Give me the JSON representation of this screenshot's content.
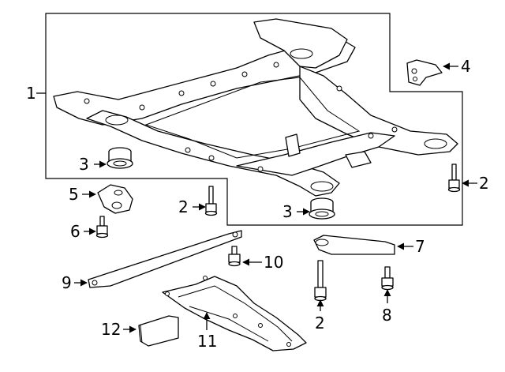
{
  "callouts": {
    "c1": "1",
    "c2a": "2",
    "c2b": "2",
    "c2c": "2",
    "c3a": "3",
    "c3b": "3",
    "c4": "4",
    "c5": "5",
    "c6": "6",
    "c7": "7",
    "c8": "8",
    "c9": "9",
    "c10": "10",
    "c11": "11",
    "c12": "12"
  },
  "icons": {
    "subframe": "crossmember-subframe-icon",
    "insulator": "rubber-insulator-icon",
    "bolt": "bolt-icon",
    "bracket": "bracket-icon",
    "brace": "brace-bar-icon",
    "shield": "splash-shield-icon"
  }
}
